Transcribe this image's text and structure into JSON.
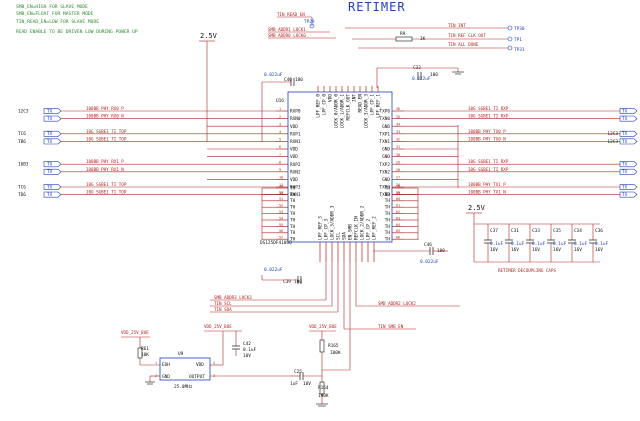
{
  "title": "RETIMER",
  "notes": [
    "SMB_EN=HIGH FOR SLAVE MODE",
    "SMB_EN=FLOAT FOR MASTER MODE",
    "TIN_READ_EN=LOW FOR SLAVE MODE",
    "READ ENABLE TO BE DRIVEN LOW DURING POWER UP"
  ],
  "rails": {
    "left": "2.5V",
    "right": "2.5V"
  },
  "ic": {
    "ref": "U16",
    "part": "DS125DF410SQ",
    "left_pins": [
      {
        "num": "1",
        "name": "RXP0"
      },
      {
        "num": "2",
        "name": "RXN0"
      },
      {
        "num": "3",
        "name": "VDD"
      },
      {
        "num": "4",
        "name": "RXP1"
      },
      {
        "num": "5",
        "name": "RXN1"
      },
      {
        "num": "6",
        "name": "VDD"
      },
      {
        "num": "7",
        "name": "VDD"
      },
      {
        "num": "8",
        "name": "RXP2"
      },
      {
        "num": "9",
        "name": "RXN2"
      },
      {
        "num": "10",
        "name": "VDD"
      },
      {
        "num": "11",
        "name": "RXP3"
      },
      {
        "num": "12",
        "name": "RXN3"
      }
    ],
    "right_pins": [
      {
        "num": "36",
        "name": "TXP0"
      },
      {
        "num": "35",
        "name": "TXN0"
      },
      {
        "num": "34",
        "name": "GND"
      },
      {
        "num": "33",
        "name": "TXP1"
      },
      {
        "num": "32",
        "name": "TXN1"
      },
      {
        "num": "31",
        "name": "GND"
      },
      {
        "num": "30",
        "name": "GND"
      },
      {
        "num": "29",
        "name": "TXP2"
      },
      {
        "num": "28",
        "name": "TXN2"
      },
      {
        "num": "27",
        "name": "GND"
      },
      {
        "num": "26",
        "name": "TXP3"
      },
      {
        "num": "25",
        "name": "TXN3"
      }
    ],
    "top_pins": [
      "LPF_REF_0",
      "LPF_CP_0",
      "VDD",
      "LOCK_0/ADDR_0",
      "LOCK_1/ADDR_1",
      "REFCLK_OUT",
      "INT",
      "READ_EN",
      "LOCK_3/ADDR_3",
      "LPF_CP_1",
      "LPF_REF_1"
    ],
    "bottom_pins": [
      "LPF_REF_3",
      "LPF_CP_3",
      "LOCK_3/ADDR_3",
      "SCL",
      "SDA",
      "EN_SMB",
      "REFCLK_IN",
      "LOCK_2/ADDR_2",
      "LPF_CP_2",
      "LPF_REF_2"
    ],
    "th_left": [
      "49",
      "50",
      "51",
      "52",
      "53",
      "54",
      "55",
      "56",
      "57"
    ],
    "th_right": [
      "58",
      "59",
      "60",
      "61",
      "62",
      "63",
      "64",
      "65",
      "66"
    ],
    "th_label": "TH"
  },
  "left_signals": [
    {
      "conn": "12C3",
      "tag": "TX",
      "label": "100BB PHY RX0 P"
    },
    {
      "conn": "",
      "tag": "TX",
      "label": "100BB PHY RX0 N"
    },
    {
      "conn": "TC6",
      "tag": "TX",
      "label": "10G SGBE1 TI TOP"
    },
    {
      "conn": "TB6",
      "tag": "TX",
      "label": "10G SGBE1 TI TOP"
    },
    {
      "conn": "16B3",
      "tag": "TX",
      "label": "100BB PHY RX1 P"
    },
    {
      "conn": "",
      "tag": "TX",
      "label": "100BB PHY RX1 N"
    },
    {
      "conn": "TC6",
      "tag": "TX",
      "label": "10G SGBE1 TI TOP"
    },
    {
      "conn": "TD6",
      "tag": "TX",
      "label": "10G SGBE1 TI TOP"
    }
  ],
  "right_signals": [
    {
      "conn": "",
      "tag": "TX",
      "label": "10G SGBE1 TI RXP"
    },
    {
      "conn": "",
      "tag": "TX",
      "label": "10G SGBE1 TI RXP"
    },
    {
      "conn": "12C3",
      "tag": "TX",
      "label": "100BB PHY TX0 P"
    },
    {
      "conn": "12C3",
      "tag": "TX",
      "label": "100BB PHY TX0 N"
    },
    {
      "conn": "",
      "tag": "TX",
      "label": "10G SGBE1 TI RXP"
    },
    {
      "conn": "",
      "tag": "TX",
      "label": "10G SGBE1 TI RXP"
    },
    {
      "conn": "",
      "tag": "TX",
      "label": "100BB PHY TX1 P"
    },
    {
      "conn": "",
      "tag": "TX",
      "label": "100BB PHY TX1 N"
    }
  ],
  "top_nets": {
    "tin_read_en": "TIN READ EN",
    "tp_read": "TP29",
    "smb_lock1": "SMB ADDR1 LOCK1",
    "smb_lock0": "SMB ADDR0 LOCK0",
    "tin_int": "TIN INT",
    "tp_int": "TP30",
    "r_ref": "R9",
    "r_val": "1K",
    "tin_ref": "TIN REF CLK OUT",
    "tp_ref": "TP1",
    "tin_all_done": "TIN ALL DONE",
    "tp_done": "TP31"
  },
  "top_caps": [
    {
      "ref": "C40",
      "val": "0.022uF"
    },
    {
      "ref": "C32",
      "val": "0.022uF"
    }
  ],
  "top_cap_vals": [
    "100",
    "100"
  ],
  "bottom_caps": [
    {
      "ref": "C39",
      "val": "0.022uF"
    },
    {
      "ref": "C46",
      "val": "0.022uF"
    }
  ],
  "bottom_cap_vals": [
    "100",
    "100"
  ],
  "bottom_nets": {
    "smb_lock3": "SMB ADDR3 LOCK3",
    "scl": "TIN SCL",
    "sda": "TIN SDA",
    "smb_lock2": "SMB ADDR2 LOCK2",
    "smb_en": "TIN SMB EN"
  },
  "osc": {
    "ref": "U9",
    "vdd_label": "VDD_25V_BOE",
    "pin_eoh": "EOH",
    "pin_gnd": "GND",
    "pin_vdd": "VDD",
    "pin_out": "OUTPUT",
    "freq": "25.0MHz",
    "pin1": "1",
    "pin2": "2",
    "pin3": "3",
    "pin4": "4",
    "rbias_ref": "R61",
    "rbias_val": "10K",
    "cdec_ref": "C42",
    "cdec_val": "0.1uF",
    "cdec_v": "10V",
    "vdd_top_label": "VDD_25V_BOE"
  },
  "refclk": {
    "vdd_label": "VDD_25V_BOE",
    "r_top_ref": "R165",
    "r_top_val": "100K",
    "r_bot_ref": "R164",
    "r_bot_val": "100K",
    "c_ref": "C25",
    "c_val": "1uF",
    "c_v": "10V"
  },
  "decoupling": {
    "caption": "RETIMER DECOUPLING CAPS",
    "caps": [
      {
        "ref": "C37",
        "val": "0.1uF",
        "v": "16V"
      },
      {
        "ref": "C31",
        "val": "0.1uF",
        "v": "16V"
      },
      {
        "ref": "C33",
        "val": "0.1uF",
        "v": "16V"
      },
      {
        "ref": "C35",
        "val": "0.1uF",
        "v": "16V"
      },
      {
        "ref": "C34",
        "val": "0.1uF",
        "v": "16V"
      },
      {
        "ref": "C36",
        "val": "0.1uF",
        "v": "16V"
      }
    ]
  }
}
